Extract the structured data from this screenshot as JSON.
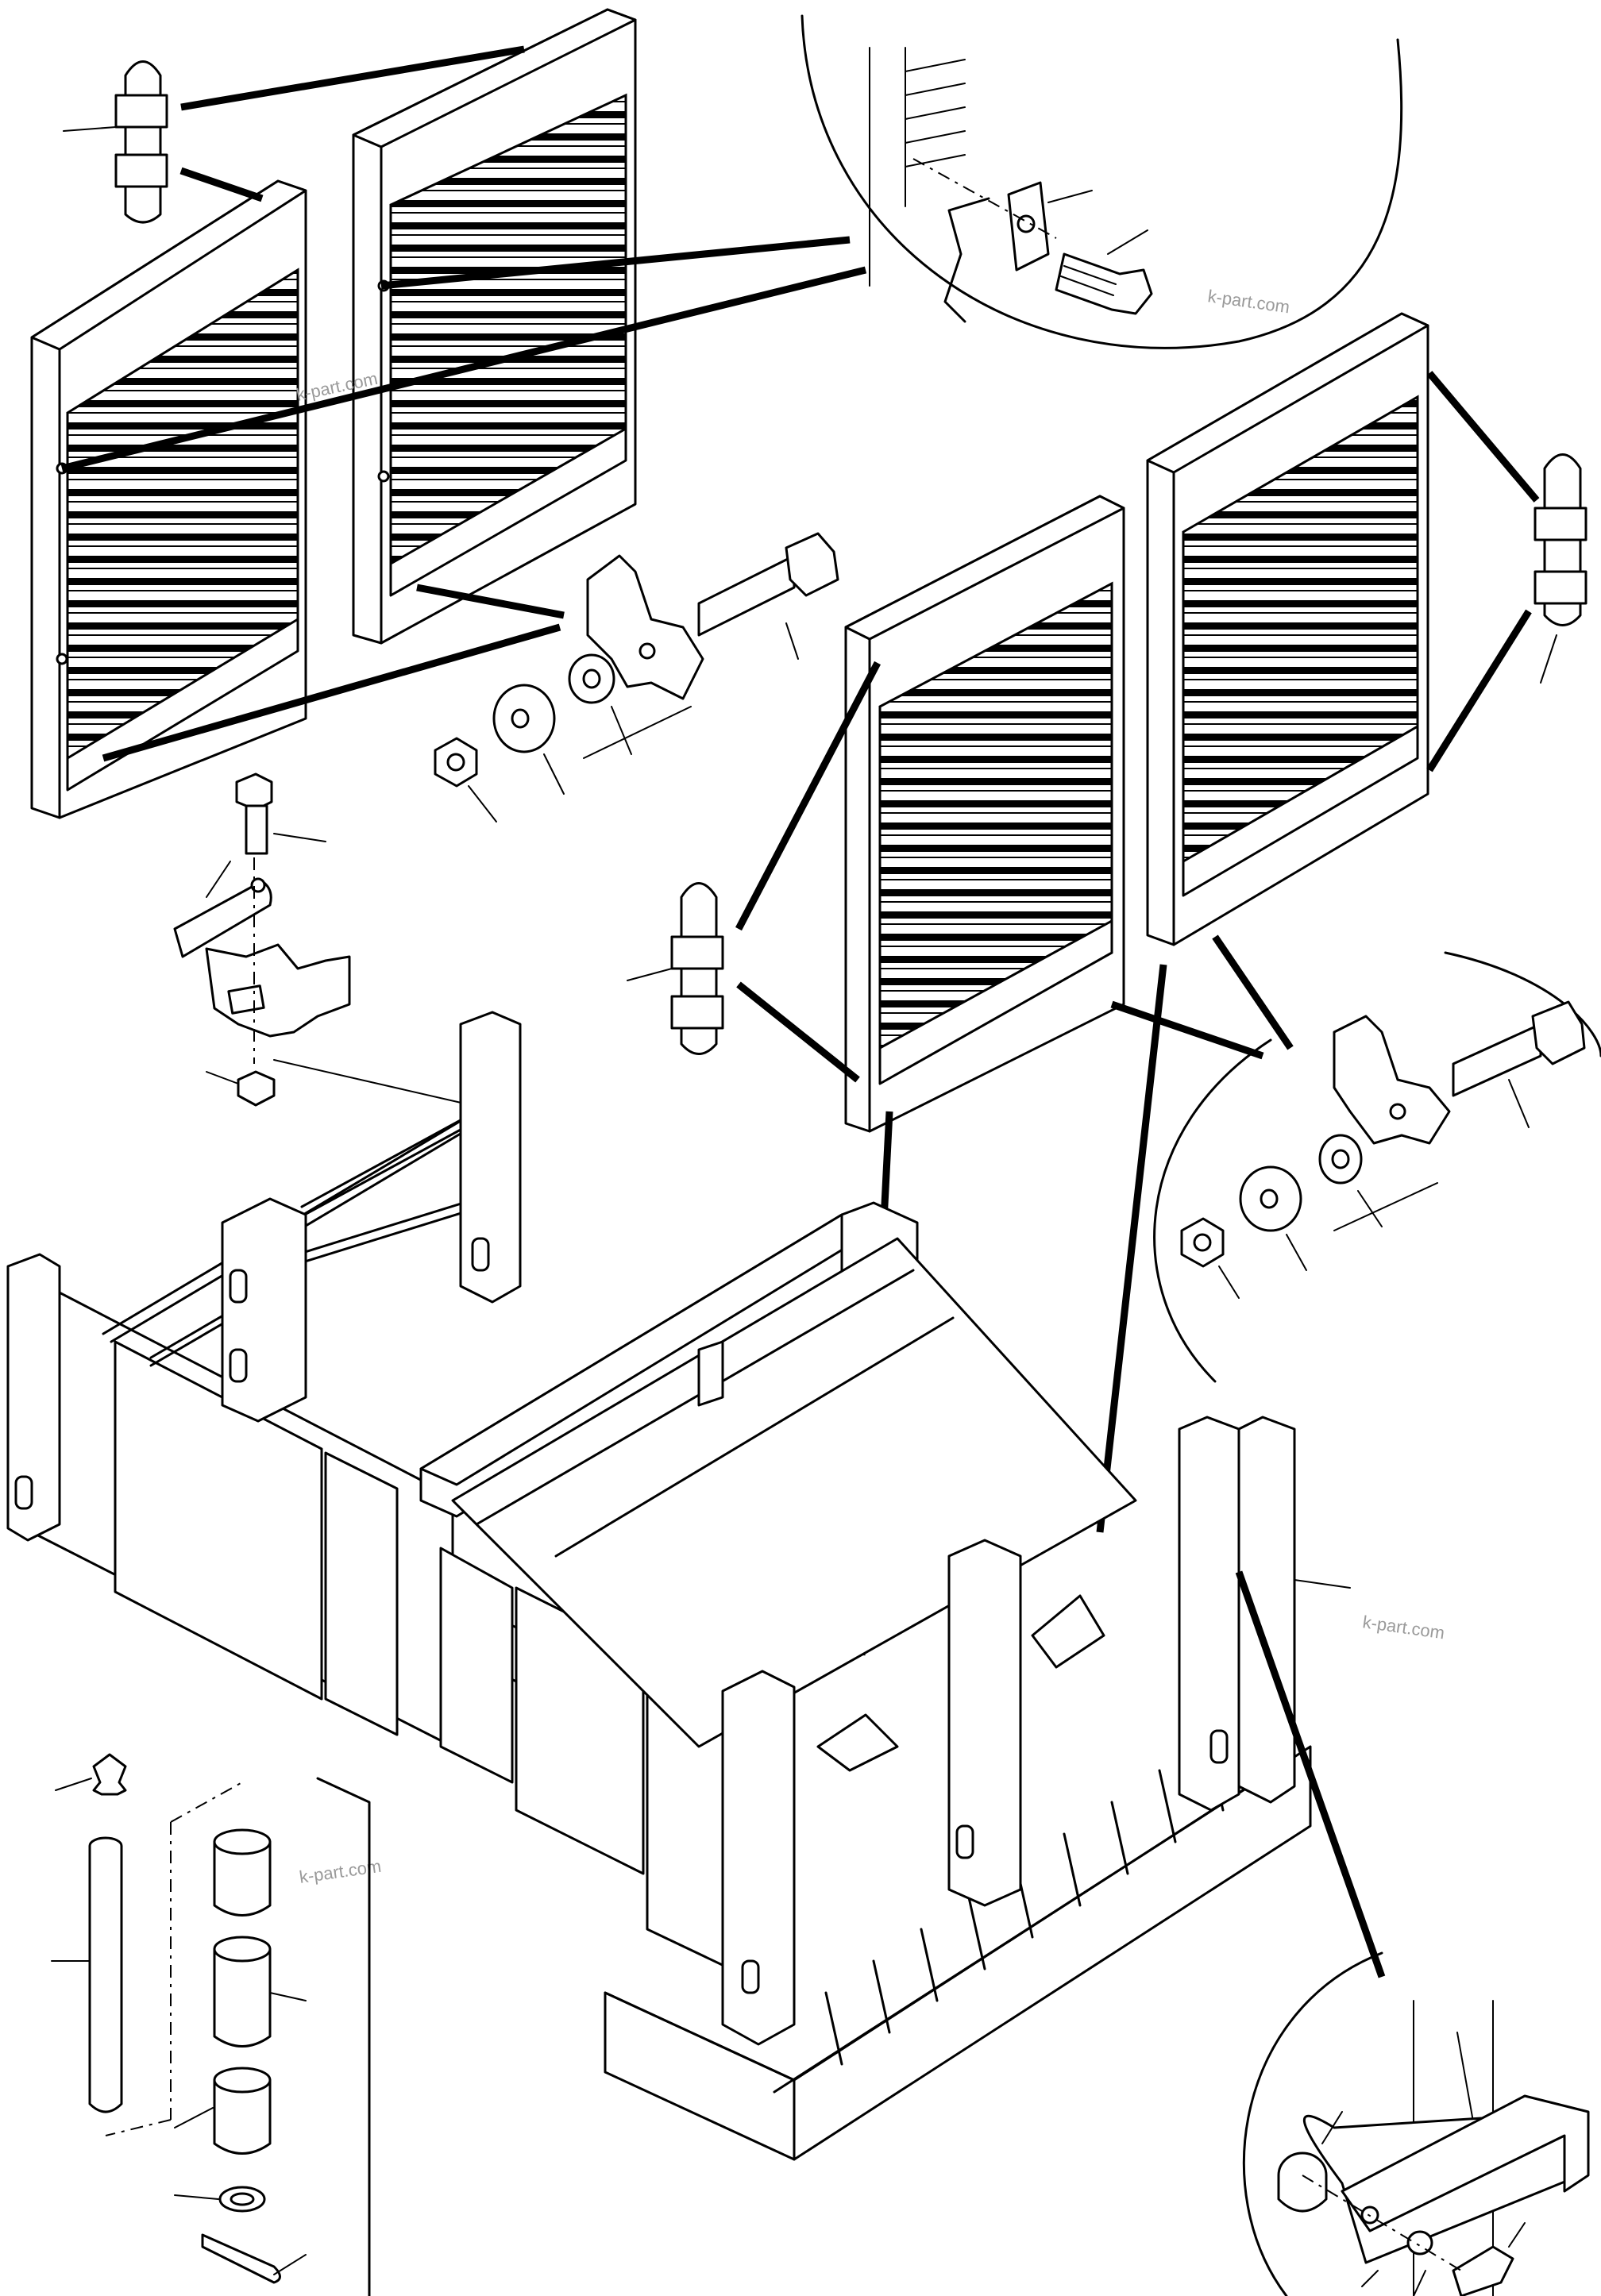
{
  "watermarks": [
    "k-part.com",
    "k-part.com",
    "k-part.com",
    "k-part.com"
  ],
  "components": [
    "louver-door-upper-left",
    "louver-door-upper-right",
    "louver-door-lower-left",
    "louver-door-lower-right",
    "hinge-pin",
    "bolt",
    "washer",
    "spring-washer",
    "nut",
    "bushing",
    "grease-fitting",
    "cotter-pin",
    "stay-bracket",
    "machine-frame"
  ]
}
